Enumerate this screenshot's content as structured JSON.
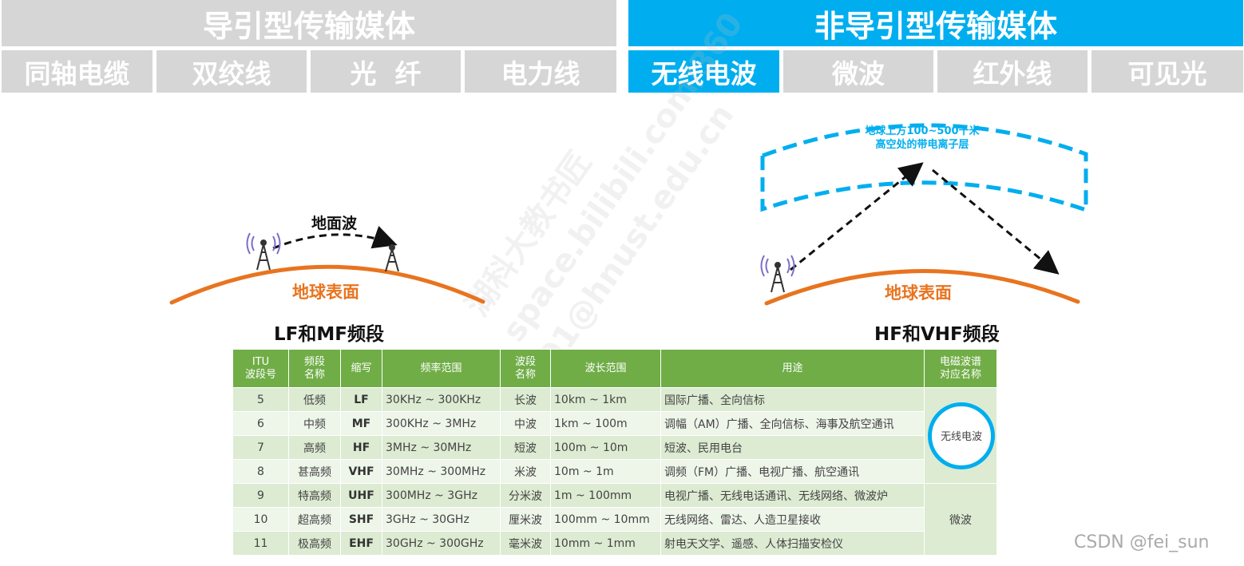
{
  "header": {
    "guided_title": "导引型传输媒体",
    "unguided_title": "非导引型传输媒体",
    "guided_items": [
      "同轴电缆",
      "双绞线",
      "光  纤",
      "电力线"
    ],
    "unguided_items": [
      "无线电波",
      "微波",
      "红外线",
      "可见光"
    ],
    "active_item": "无线电波"
  },
  "colors": {
    "accent": "#00aeef",
    "inactive": "#d6d6d6",
    "earth": "#e8741f",
    "table_header": "#70ad47"
  },
  "left_diagram": {
    "wave_label": "地面波",
    "earth_label": "地球表面",
    "band_label": "LF和MF频段"
  },
  "right_diagram": {
    "ionosphere_line1": "地球上方100~500千米",
    "ionosphere_line2": "高空处的带电离子层",
    "earth_label": "地球表面",
    "band_label": "HF和VHF频段"
  },
  "watermark": {
    "line1": "湖科大教书匠",
    "line2": "space.bilibili.com/360",
    "line3": "01@hnust.edu.cn"
  },
  "table": {
    "headers": [
      "ITU\n波段号",
      "频段\n名称",
      "缩写",
      "频率范围",
      "波段\n名称",
      "波长范围",
      "用途",
      "电磁波谱\n对应名称"
    ],
    "rows": [
      [
        "5",
        "低频",
        "LF",
        "30KHz ~ 300KHz",
        "长波",
        "10km ~ 1km",
        "国际广播、全向信标"
      ],
      [
        "6",
        "中频",
        "MF",
        "300KHz ~ 3MHz",
        "中波",
        "1km ~ 100m",
        "调幅（AM）广播、全向信标、海事及航空通讯"
      ],
      [
        "7",
        "高频",
        "HF",
        "3MHz ~ 30MHz",
        "短波",
        "100m ~ 10m",
        "短波、民用电台"
      ],
      [
        "8",
        "甚高频",
        "VHF",
        "30MHz ~ 300MHz",
        "米波",
        "10m ~ 1m",
        "调频（FM）广播、电视广播、航空通讯"
      ],
      [
        "9",
        "特高频",
        "UHF",
        "300MHz ~ 3GHz",
        "分米波",
        "1m ~ 100mm",
        "电视广播、无线电话通讯、无线网络、微波炉"
      ],
      [
        "10",
        "超高频",
        "SHF",
        "3GHz ~ 30GHz",
        "厘米波",
        "100mm ~ 10mm",
        "无线网络、雷达、人造卫星接收"
      ],
      [
        "11",
        "极高频",
        "EHF",
        "30GHz ~ 300GHz",
        "毫米波",
        "10mm ~ 1mm",
        "射电天文学、遥感、人体扫描安检仪"
      ]
    ],
    "spectrum_radio": "无线电波",
    "spectrum_micro": "微波"
  },
  "credit": "CSDN @fei_sun"
}
